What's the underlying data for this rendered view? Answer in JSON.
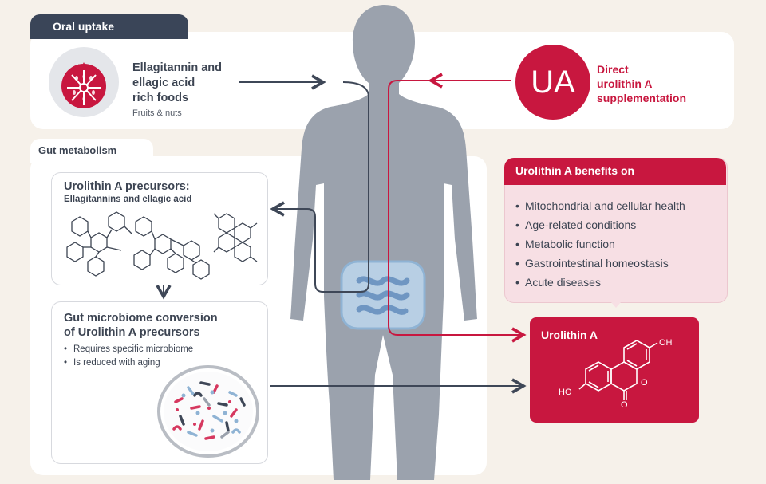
{
  "oral_uptake": {
    "tab_label": "Oral uptake",
    "food_title_line1": "Ellagitannin and",
    "food_title_line2": "ellagic acid",
    "food_title_line3": "rich foods",
    "food_subtitle": "Fruits & nuts",
    "ua_badge": "UA",
    "direct_line1": "Direct",
    "direct_line2": "urolithin A",
    "direct_line3": "supplementation"
  },
  "gut_metabolism": {
    "tab_label": "Gut metabolism",
    "precursors_title": "Urolithin A precursors:",
    "precursors_subtitle": "Ellagitannins and ellagic acid",
    "conversion_title_line1": "Gut microbiome conversion",
    "conversion_title_line2": "of Urolithin A precursors",
    "conversion_points": [
      "Requires specific microbiome",
      "Is reduced with aging"
    ]
  },
  "benefits": {
    "header": "Urolithin A benefits on",
    "items": [
      "Mitochondrial and cellular health",
      "Age-related conditions",
      "Metabolic function",
      "Gastrointestinal homeostasis",
      "Acute diseases"
    ]
  },
  "urolithin_box": {
    "title": "Urolithin A",
    "oh_top": "OH",
    "oh_left": "HO",
    "ring_oxygen": "O",
    "carbonyl_oxygen": "O"
  },
  "colors": {
    "accent_red": "#c8173f",
    "navy_tab": "#3a4558",
    "body_silhouette": "#9ba2ad",
    "intestine": "#8fb3d4",
    "arrow_dark": "#3e4757",
    "benefit_bg": "#f7dfe4"
  },
  "icons": {
    "food": "pomegranate-icon",
    "microbiome": "petri-dish-icon"
  }
}
